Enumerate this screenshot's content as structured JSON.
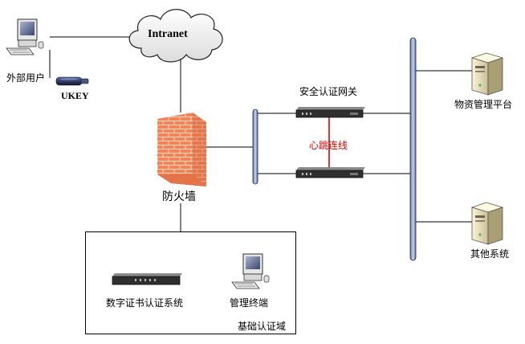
{
  "nodes": {
    "external_user": {
      "label": "外部用户"
    },
    "ukey": {
      "label": "UKEY"
    },
    "intranet": {
      "label": "Intranet"
    },
    "firewall": {
      "label": "防火墙"
    },
    "gateway": {
      "label": "安全认证网关"
    },
    "heartbeat": {
      "label": "心跳连线"
    },
    "material_platform": {
      "label": "物资管理平台"
    },
    "other_system": {
      "label": "其他系统"
    },
    "ca_system": {
      "label": "数字证书认证系统"
    },
    "mgmt_terminal": {
      "label": "管理终端"
    },
    "auth_domain": {
      "label": "基础认证域"
    }
  },
  "colors": {
    "backbone": "#aabbe0",
    "backbone_edge": "#1c2c54",
    "heartbeat_line": "#e00000",
    "heartbeat_text": "#e00000",
    "firewall": "#f07a4a",
    "device": "#303030"
  },
  "icons": {
    "external_user": "desktop-computer-icon",
    "ukey": "usb-key-icon",
    "intranet": "cloud-icon",
    "firewall": "brick-wall-icon",
    "gateway": "rack-device-icon",
    "server": "tower-server-icon",
    "terminal": "desktop-computer-icon"
  }
}
